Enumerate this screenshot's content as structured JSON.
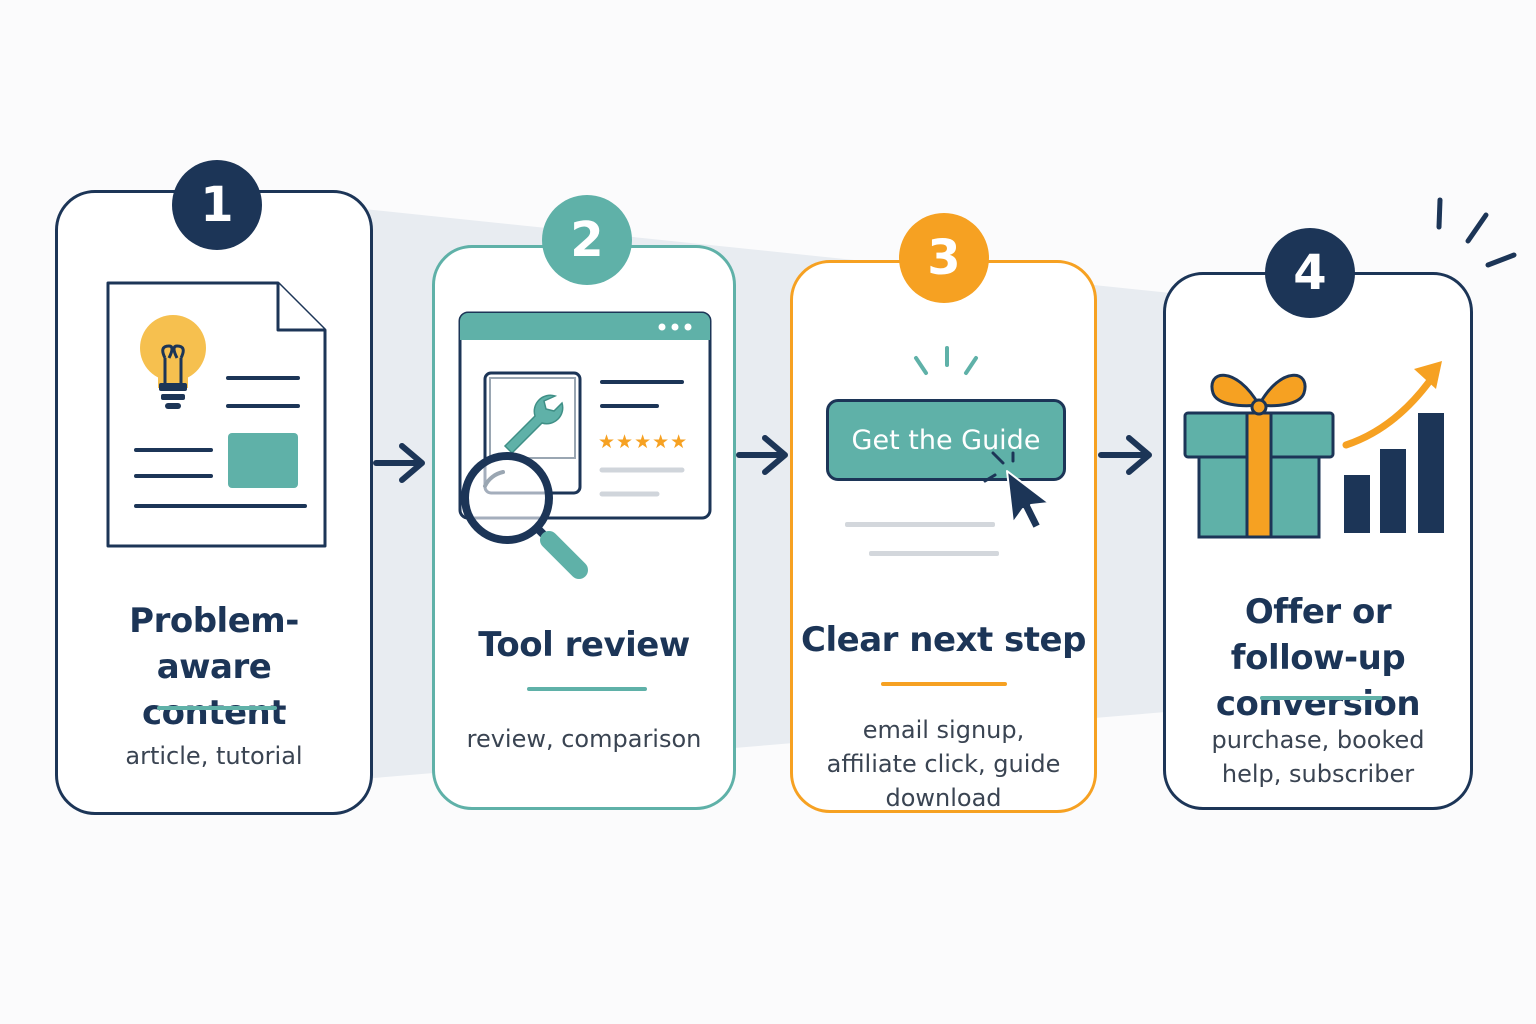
{
  "steps": [
    {
      "number": "1",
      "title": "Problem-aware content",
      "description": "article, tutorial",
      "accent": "#1c3557"
    },
    {
      "number": "2",
      "title": "Tool review",
      "description": "review, comparison",
      "accent": "#5fb1a8"
    },
    {
      "number": "3",
      "title": "Clear next step",
      "description": "email signup, affiliate click, guide download",
      "accent": "#f6a122",
      "cta_label": "Get the Guide"
    },
    {
      "number": "4",
      "title": "Offer or follow-up conversion",
      "description": "purchase, booked help, subscriber",
      "accent": "#1c3557"
    }
  ],
  "icons": {
    "step1": [
      "document-icon",
      "lightbulb-icon"
    ],
    "step2": [
      "browser-window-icon",
      "wrench-icon",
      "star-rating-icon",
      "magnifier-icon"
    ],
    "step3": [
      "cta-button",
      "cursor-icon"
    ],
    "step4": [
      "gift-icon",
      "growth-chart-icon"
    ]
  },
  "star_rating": {
    "filled": 5,
    "max": 5
  },
  "colors": {
    "navy": "#1c3557",
    "teal": "#5fb1a8",
    "orange": "#f6a122",
    "funnel": "#e9edf2"
  }
}
